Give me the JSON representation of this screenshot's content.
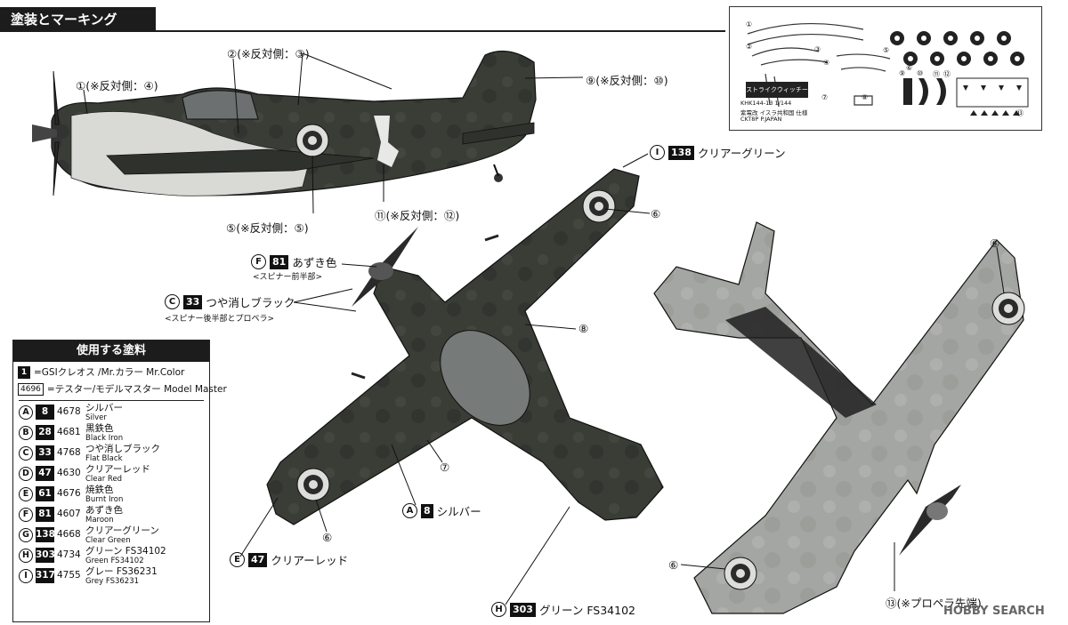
{
  "header": {
    "title": "塗装とマーキング"
  },
  "callouts": {
    "c1": "①(※反対側：④)",
    "c2": "②(※反対側：③)",
    "c9": "⑨(※反対側：⑩)",
    "c5": "⑤(※反対側：⑤)",
    "c11": "⑪(※反対側：⑫)",
    "c13": "⑬(※プロペラ先端)",
    "c6a": "⑥",
    "c6b": "⑥",
    "c6c": "⑥",
    "c6d": "⑥",
    "c7": "⑦",
    "c8": "⑧"
  },
  "paint_callouts": {
    "I": {
      "letter": "I",
      "num": "138",
      "name": "クリアーグリーン"
    },
    "F": {
      "letter": "F",
      "num": "81",
      "name": "あずき色",
      "sub": "<スピナー前半部>"
    },
    "C": {
      "letter": "C",
      "num": "33",
      "name": "つや消しブラック",
      "sub": "<スピナー後半部とプロペラ>"
    },
    "A": {
      "letter": "A",
      "num": "8",
      "name": "シルバー"
    },
    "E": {
      "letter": "E",
      "num": "47",
      "name": "クリアーレッド"
    },
    "H": {
      "letter": "H",
      "num": "303",
      "name": "グリーン FS34102"
    }
  },
  "legend": {
    "title": "使用する塗料",
    "key1_symbol": "1",
    "key1_text": "=GSIクレオス /Mr.カラー Mr.Color",
    "key2_symbol": "4696",
    "key2_text": "=テスター/モデルマスター Model Master",
    "paints": [
      {
        "letter": "A",
        "num": "8",
        "mm": "4678",
        "jp": "シルバー",
        "en": "Silver"
      },
      {
        "letter": "B",
        "num": "28",
        "mm": "4681",
        "jp": "黒鉄色",
        "en": "Black Iron"
      },
      {
        "letter": "C",
        "num": "33",
        "mm": "4768",
        "jp": "つや消しブラック",
        "en": "Flat Black"
      },
      {
        "letter": "D",
        "num": "47",
        "mm": "4630",
        "jp": "クリアーレッド",
        "en": "Clear Red"
      },
      {
        "letter": "E",
        "num": "61",
        "mm": "4676",
        "jp": "焼鉄色",
        "en": "Burnt Iron"
      },
      {
        "letter": "F",
        "num": "81",
        "mm": "4607",
        "jp": "あずき色",
        "en": "Maroon"
      },
      {
        "letter": "G",
        "num": "138",
        "mm": "4668",
        "jp": "クリアーグリーン",
        "en": "Clear Green"
      },
      {
        "letter": "H",
        "num": "303",
        "mm": "4734",
        "jp": "グリーン FS34102",
        "en": "Green FS34102"
      },
      {
        "letter": "I",
        "num": "317",
        "mm": "4755",
        "jp": "グレー FS36231",
        "en": "Grey FS36231"
      }
    ]
  },
  "decal_sheet": {
    "code": "KHK144-13   1/144",
    "line2": "紫電改 イスラ共和国 仕様",
    "line3": "CKT8P   P.JAPAN",
    "logo": "ストライクウィッチーズ",
    "nums": [
      "①",
      "②",
      "③",
      "④",
      "⑤",
      "⑥",
      "⑦",
      "⑧",
      "⑨",
      "⑩",
      "⑪",
      "⑫",
      "⑬"
    ]
  },
  "watermark": {
    "text": "HOBBY SEARCH"
  }
}
